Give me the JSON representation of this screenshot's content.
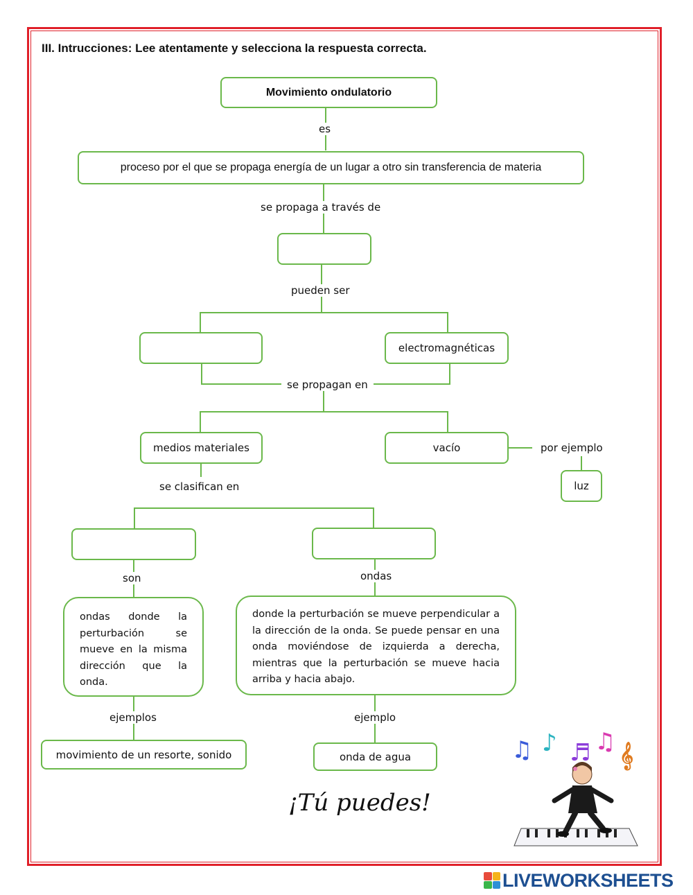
{
  "instructions": "III. Intrucciones: Lee atentamente y selecciona la respuesta correcta.",
  "concept_map": {
    "title": "Movimiento ondulatorio",
    "link_es": "es",
    "definition": "proceso por el que se propaga energía de un lugar a otro sin transferencia de materia",
    "link_propaga": "se propaga a través de",
    "blank_medium": "",
    "link_pueden_ser": "pueden ser",
    "blank_type": "",
    "electromagnetic": "electromagnéticas",
    "link_propagan_en": "se propagan en",
    "material_media": "medios materiales",
    "vacuum": "vacío",
    "link_por_ejemplo": "por ejemplo",
    "light": "luz",
    "link_clasifican": "se clasifican en",
    "blank_class_left": "",
    "blank_class_right": "",
    "link_son": "son",
    "link_ondas": "ondas",
    "longitudinal_desc": "ondas donde la perturbación se mueve en la misma dirección que la onda.",
    "transverse_desc": "donde la perturbación se mueve perpendicular a la dirección de la onda. Se puede pensar en una onda moviéndose de izquierda a derecha, mientras que la perturbación se mueve hacia arriba y hacia abajo.",
    "link_ejemplos": "ejemplos",
    "link_ejemplo": "ejemplo",
    "example_left": "movimiento de un resorte, sonido",
    "example_right": "onda de agua"
  },
  "encouragement": "¡Tú puedes!",
  "brand": "LIVEWORKSHEETS",
  "colors": {
    "border": "#e0202a",
    "node_border": "#6ab84a",
    "brand_text": "#1d4f91"
  }
}
